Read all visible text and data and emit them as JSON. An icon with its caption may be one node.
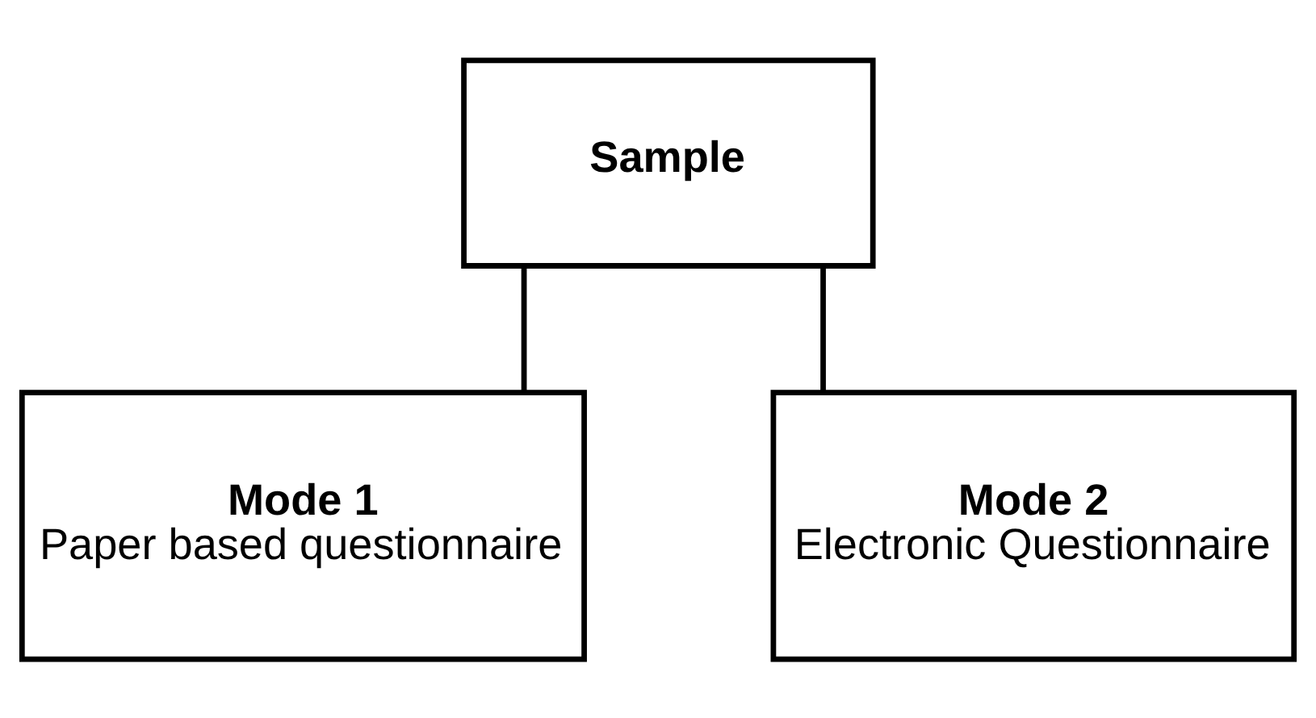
{
  "diagram": {
    "nodes": [
      {
        "text": [
          "Sample"
        ]
      },
      {
        "text": [
          "Mode 1",
          "Paper based questionnaire"
        ]
      },
      {
        "text": [
          "Mode 2",
          "Electronic Questionnaire"
        ]
      }
    ],
    "edges": [
      {
        "from": 0,
        "to": 1,
        "arrow": "none"
      },
      {
        "from": 0,
        "to": 2,
        "arrow": "none"
      }
    ]
  }
}
